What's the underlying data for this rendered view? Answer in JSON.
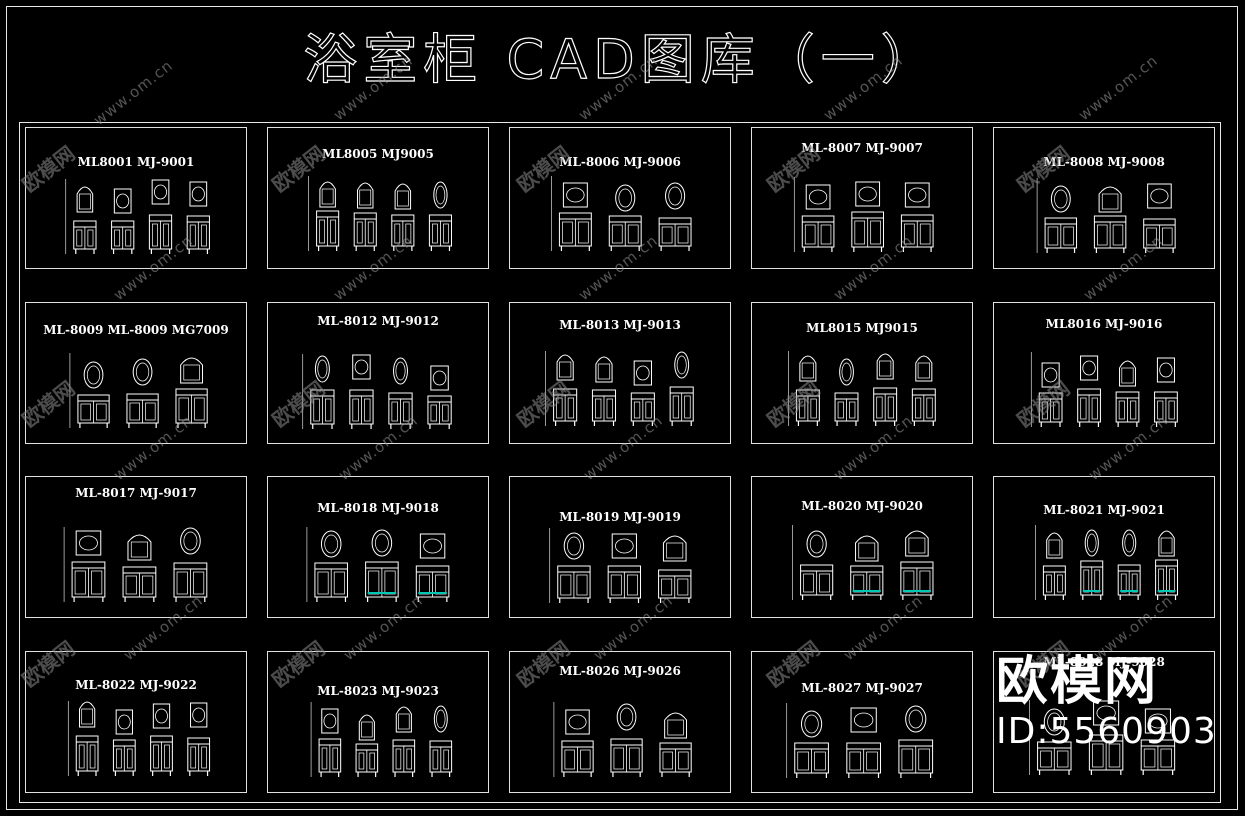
{
  "title": "浴室柜 CAD图库（一）",
  "watermark": {
    "url": "www.om.cn",
    "brand": "欧模网"
  },
  "logo": {
    "brand": "欧模网",
    "id": "ID:5560903"
  },
  "panels": [
    {
      "label": "ML8001  MJ-9001"
    },
    {
      "label": "ML8005  MJ9005"
    },
    {
      "label": "ML-8006 MJ-9006"
    },
    {
      "label": "ML-8007   MJ-9007"
    },
    {
      "label": "ML-8008  MJ-9008"
    },
    {
      "label": "ML-8009   ML-8009  MG7009"
    },
    {
      "label": "ML-8012 MJ-9012"
    },
    {
      "label": "ML-8013   MJ-9013"
    },
    {
      "label": "ML8015 MJ9015"
    },
    {
      "label": "ML8016 MJ-9016"
    },
    {
      "label": "ML-8017  MJ-9017"
    },
    {
      "label": "ML-8018   MJ-9018"
    },
    {
      "label": "ML-8019   MJ-9019"
    },
    {
      "label": "ML-8020  MJ-9020"
    },
    {
      "label": "ML-8021  MJ-9021"
    },
    {
      "label": "ML-8022  MJ-9022"
    },
    {
      "label": "ML-8023  MJ-9023"
    },
    {
      "label": "ML-8026   MJ-9026"
    },
    {
      "label": "ML-8027  MJ-9027"
    },
    {
      "label": "ML-8028  MJ-9028"
    }
  ],
  "colors": {
    "background": "#000000",
    "line": "#ffffff",
    "accent": "#00c8b4"
  }
}
